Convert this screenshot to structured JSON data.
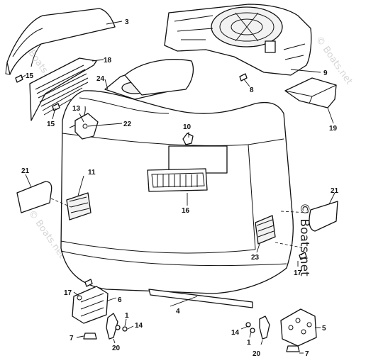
{
  "callouts": {
    "c1": "1",
    "c3": "3",
    "c4": "4",
    "c5": "5",
    "c6": "6",
    "c7": "7",
    "c8": "8",
    "c9": "9",
    "c10": "10",
    "c11": "11",
    "c13": "13",
    "c14": "14",
    "c15": "15",
    "c16": "16",
    "c17": "17",
    "c18": "18",
    "c19": "19",
    "c20": "20",
    "c21": "21",
    "c22": "22",
    "c23": "23",
    "c24": "24"
  },
  "watermark": {
    "text": "© Boats.net"
  }
}
